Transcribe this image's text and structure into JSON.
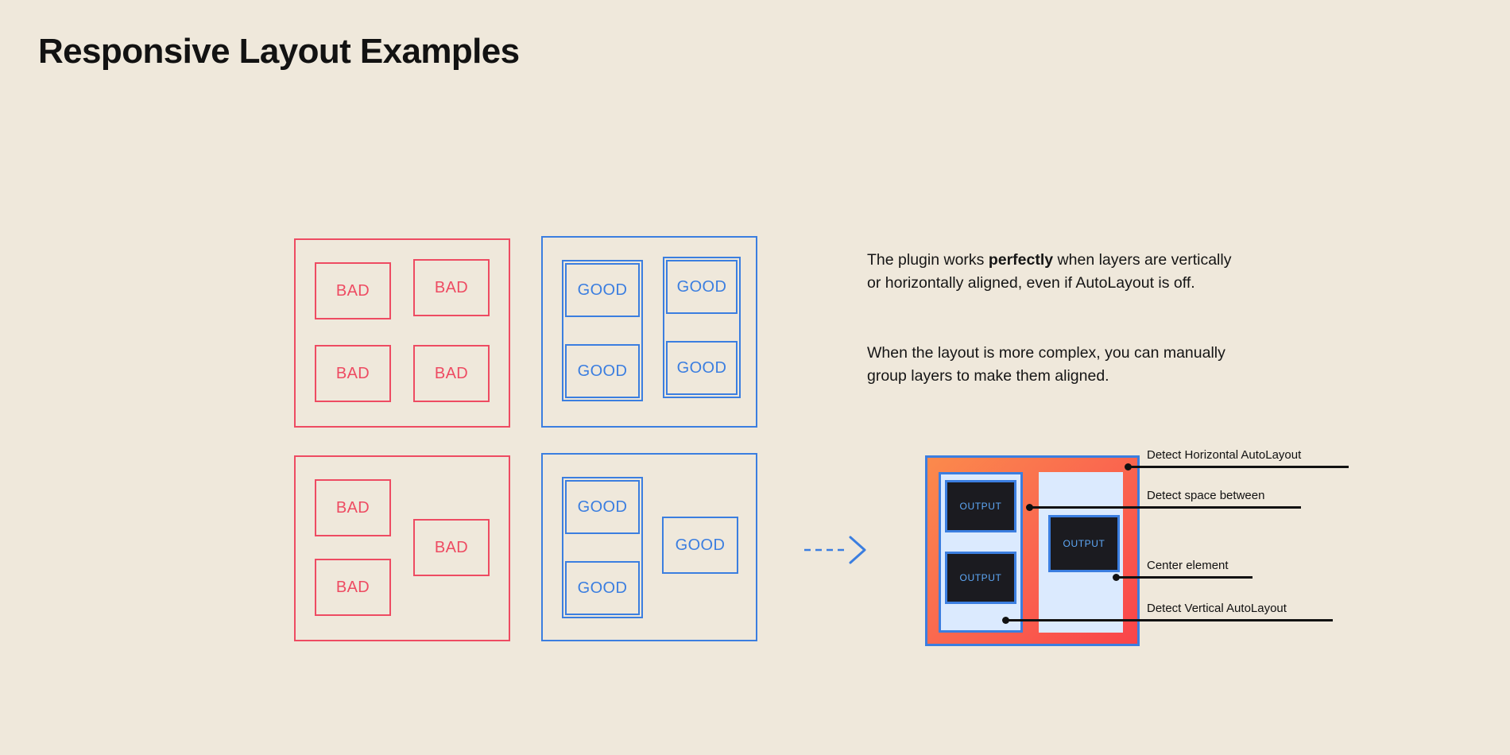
{
  "page": {
    "title": "Responsive Layout Examples",
    "background_color": "#efe8db",
    "title_color": "#121212"
  },
  "colors": {
    "bad": "#ee4b62",
    "good": "#3b7ee0",
    "mockup_gradient_start": "#fb8a4c",
    "mockup_gradient_end": "#f9444a",
    "mockup_panel_fill": "#dbeafe",
    "output_fill": "#1b1b20",
    "output_text": "#5ea8f7",
    "callout": "#111111"
  },
  "examples": {
    "bad_label": "BAD",
    "good_label": "GOOD",
    "panels": [
      {
        "name": "bad-grid-aligned",
        "variant": "bad",
        "cells": [
          "BAD",
          "BAD",
          "BAD",
          "BAD"
        ]
      },
      {
        "name": "good-grid-aligned",
        "variant": "good",
        "cells": [
          "GOOD",
          "GOOD",
          "GOOD",
          "GOOD"
        ]
      },
      {
        "name": "bad-grid-complex",
        "variant": "bad",
        "cells": [
          "BAD",
          "BAD",
          "BAD"
        ]
      },
      {
        "name": "good-grid-complex",
        "variant": "good",
        "cells": [
          "GOOD",
          "GOOD",
          "GOOD"
        ]
      }
    ]
  },
  "description": {
    "paragraph1_before": "The plugin works ",
    "paragraph1_bold": "perfectly",
    "paragraph1_after": " when layers are vertically or horizontally aligned, even if AutoLayout is off.",
    "paragraph2": "When the layout is more complex, you can manually group layers to make them aligned."
  },
  "mockup": {
    "output_label": "OUTPUT",
    "outputs": [
      "OUTPUT",
      "OUTPUT",
      "OUTPUT"
    ],
    "callouts": [
      {
        "name": "detect-horizontal-autolayout",
        "label": "Detect Horizontal AutoLayout"
      },
      {
        "name": "detect-space-between",
        "label": "Detect space between"
      },
      {
        "name": "center-element",
        "label": "Center element"
      },
      {
        "name": "detect-vertical-autolayout",
        "label": "Detect Vertical AutoLayout"
      }
    ]
  },
  "arrow": {
    "name": "flow-arrow",
    "direction": "right",
    "style": "dashed"
  }
}
